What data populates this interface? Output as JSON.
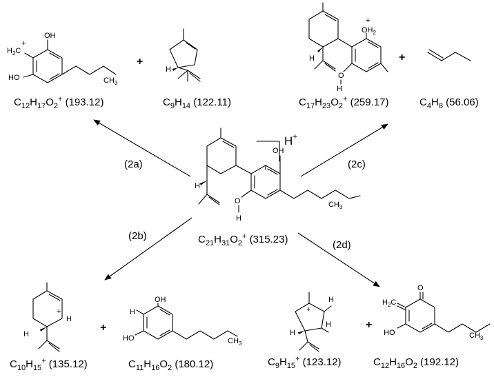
{
  "center": {
    "formula": {
      "a": "C",
      "b": "21",
      "c": "H",
      "d": "31",
      "e": "O",
      "f": "2",
      "g": "+",
      "mass": " (315.23)"
    },
    "acid": {
      "h": "H",
      "plus": "+"
    },
    "atoms": {
      "oh_top": "OH",
      "o_bottom": "O",
      "h_bottom": "H",
      "h_stereo": "H",
      "ch3": "CH",
      "ch3_sub": "3"
    }
  },
  "pathways": {
    "a": {
      "label": "(2a)"
    },
    "b": {
      "label": "(2b)"
    },
    "c": {
      "label": "(2c)"
    },
    "d": {
      "label": "(2d)"
    }
  },
  "plus_sign": "+",
  "products": {
    "p2a_1": {
      "a": "C",
      "b": "12",
      "c": "H",
      "d": "17",
      "e": "O",
      "f": "2",
      "g": "+",
      "mass": " (193.12)",
      "atoms": {
        "oh": "OH",
        "ho": "HO",
        "h2c": "H",
        "h2c_sub": "2",
        "h2c_c": "C",
        "charge": "+",
        "ch3": "CH",
        "ch3_sub": "3"
      }
    },
    "p2a_2": {
      "a": "C",
      "b": "9",
      "c": "H",
      "d": "14",
      "mass": " (122.11)",
      "atoms": {
        "h": "H"
      }
    },
    "p2c_1": {
      "a": "C",
      "b": "17",
      "c": "H",
      "d": "23",
      "e": "O",
      "f": "2",
      "g": "+",
      "mass": " (259.17)",
      "atoms": {
        "oh2_o": "OH",
        "oh2_sub": "2",
        "charge": "+",
        "o": "O",
        "h_o": "H",
        "h": "H"
      }
    },
    "p2c_2": {
      "a": "C",
      "b": "4",
      "c": "H",
      "d": "8",
      "mass": " (56.06)"
    },
    "p2b_1": {
      "a": "C",
      "b": "10",
      "c": "H",
      "d": "15",
      "g": "+",
      "mass": " (135.12)",
      "atoms": {
        "h": "H",
        "h2": "H",
        "charge": "+"
      }
    },
    "p2b_2": {
      "a": "C",
      "b": "11",
      "c": "H",
      "d": "16",
      "e": "O",
      "f": "2",
      "mass": " (180.12)",
      "atoms": {
        "oh": "OH",
        "ho": "HO",
        "h": "H",
        "ch3": "CH",
        "ch3_sub": "3"
      }
    },
    "p2d_1": {
      "a": "C",
      "b": "9",
      "c": "H",
      "d": "15",
      "g": "+",
      "mass": " (123.12)",
      "atoms": {
        "h1": "H",
        "h2": "H",
        "h3": "H",
        "charge": "+"
      }
    },
    "p2d_2": {
      "a": "C",
      "b": "12",
      "c": "H",
      "d": "16",
      "e": "O",
      "f": "2",
      "mass": "  (192.12)",
      "atoms": {
        "o": "O",
        "h2c": "H",
        "h2c_sub": "2",
        "h2c_c": "C",
        "ho": "HO",
        "ch3": "CH",
        "ch3_sub": "3"
      }
    }
  }
}
